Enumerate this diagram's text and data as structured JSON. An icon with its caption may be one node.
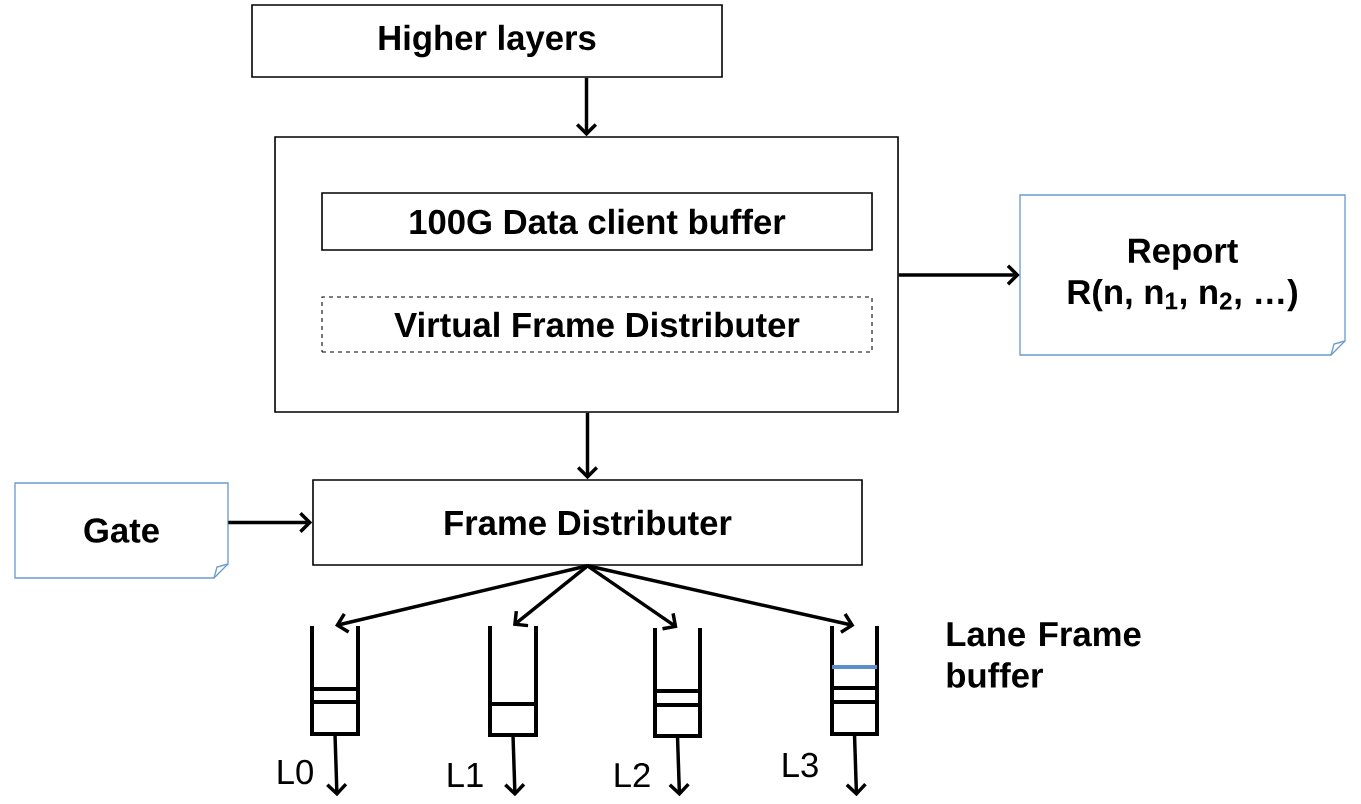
{
  "diagram": {
    "nodes": [
      {
        "text": [
          "Higher layers"
        ]
      },
      {
        "text": [],
        "shape": "box"
      },
      {
        "text": [
          "100G Data client buffer"
        ],
        "in": 1
      },
      {
        "text": [
          "Virtual Frame Distributer"
        ],
        "in": 1
      },
      {
        "text": [
          "Report",
          "R(n, n$_{1}$, n$_{2}$, …)"
        ]
      },
      {
        "text": [
          "Gate"
        ]
      },
      {
        "text": [
          "Frame  Distributer"
        ]
      },
      {
        "text": [],
        "shape": "box",
        "beside": [
          "L0"
        ]
      },
      {
        "text": [],
        "shape": "box",
        "beside": [
          "L1"
        ]
      },
      {
        "text": [],
        "shape": "box",
        "beside": [
          "L2"
        ]
      },
      {
        "text": [],
        "shape": "box",
        "beside": [
          "L3"
        ]
      }
    ],
    "edges": [
      {
        "from": 0,
        "to": 1,
        "arrow": "to"
      },
      {
        "from": 1,
        "to": 4,
        "arrow": "to"
      },
      {
        "from": 1,
        "to": 6,
        "arrow": "to"
      },
      {
        "from": 5,
        "to": 6,
        "arrow": "to"
      },
      {
        "from": 6,
        "to": 7,
        "arrow": "to"
      },
      {
        "from": 6,
        "to": 8,
        "arrow": "to"
      },
      {
        "from": 6,
        "to": 9,
        "arrow": "to"
      },
      {
        "from": 6,
        "to": 10,
        "arrow": "to"
      },
      {
        "from": 7,
        "to": null,
        "arrow": "to"
      },
      {
        "from": 8,
        "to": null,
        "arrow": "to"
      },
      {
        "from": 9,
        "to": null,
        "arrow": "to"
      },
      {
        "from": 10,
        "to": null,
        "arrow": "to"
      }
    ],
    "labels": [
      "Lane Frame buffer"
    ]
  }
}
